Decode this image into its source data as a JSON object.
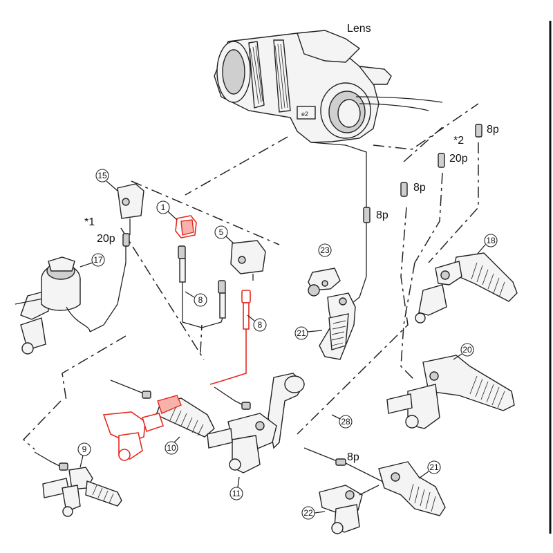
{
  "title": "Lens",
  "connectors": {
    "pin8": "8p",
    "pin20": "20p"
  },
  "notes": {
    "note1": "*1",
    "note2": "*2"
  },
  "callouts": {
    "c1": "1",
    "c5": "5",
    "c8a": "8",
    "c8b": "8",
    "c9": "9",
    "c10": "10",
    "c11": "11",
    "c15": "15",
    "c17": "17",
    "c18": "18",
    "c20": "20",
    "c21a": "21",
    "c21b": "21",
    "c22": "22",
    "c23": "23",
    "c28": "28"
  },
  "colors": {
    "highlight": "#e4281f",
    "line": "#222222",
    "divider": "#111111"
  }
}
